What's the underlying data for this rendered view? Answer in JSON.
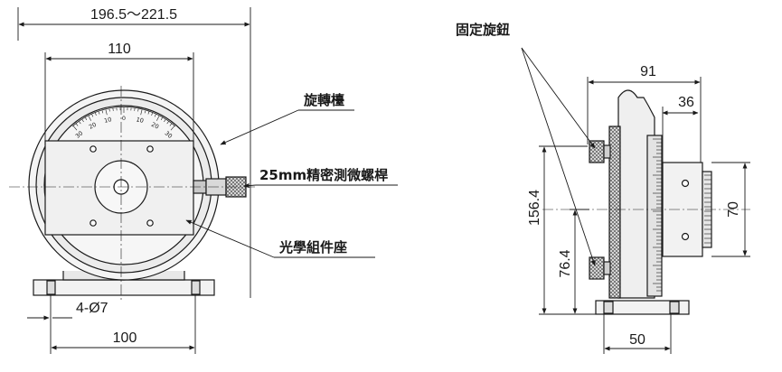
{
  "dimensions": {
    "overall_width": "196.5～221.5",
    "plate_width": "110",
    "holes": "4-Ø7",
    "base_width": "100",
    "side_depth": "91",
    "side_step": "36",
    "center_height": "156.4",
    "knob_height": "76.4",
    "block_height": "70",
    "base_depth": "50"
  },
  "callouts": {
    "lock_knob": "固定旋鈕",
    "rotary_stage": "旋轉檯",
    "micrometer": "25mm精密測微螺桿",
    "optic_mount": "光學組件座"
  },
  "scale": {
    "ticks": [
      "30",
      "20",
      "10",
      "0",
      "10",
      "20",
      "30"
    ]
  },
  "colors": {
    "line": "#1a1a1a",
    "fill_light": "#f2f2f2",
    "fill_mid": "#dcdcdc",
    "fill_dark": "#9a9a9a"
  }
}
